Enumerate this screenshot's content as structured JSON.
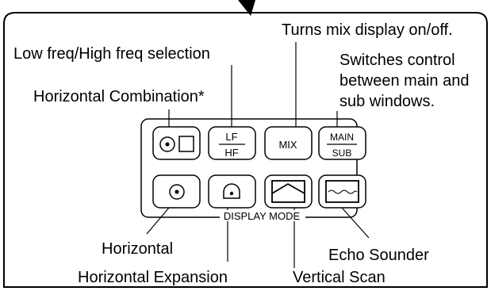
{
  "labels": {
    "mix_desc": "Turns mix display on/off.",
    "freq_desc": "Low freq/High freq selection",
    "main_sub_desc_1": "Switches control",
    "main_sub_desc_2": "between main and",
    "main_sub_desc_3": "sub windows.",
    "horiz_combo": "Horizontal Combination*",
    "horizontal": "Horizontal",
    "horiz_expansion": "Horizontal Expansion",
    "vertical_scan": "Vertical Scan",
    "echo_sounder": "Echo Sounder"
  },
  "panel": {
    "display_mode": "DISPLAY MODE"
  },
  "buttons": {
    "lf": "LF",
    "hf": "HF",
    "mix": "MIX",
    "main": "MAIN",
    "sub": "SUB"
  }
}
